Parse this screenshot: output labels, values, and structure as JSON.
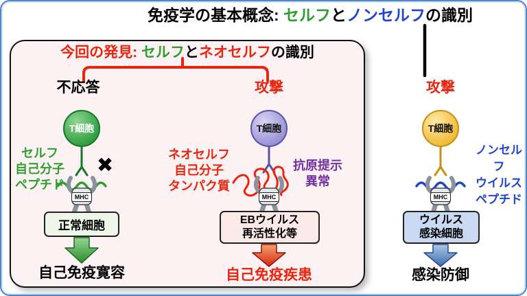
{
  "main_title": {
    "part1": "免疫学の基本概念: ",
    "part2": "セルフ",
    "part3": "と",
    "part4": "ノンセルフ",
    "part5": "の識別"
  },
  "discovery_box": {
    "title": {
      "part1": "今回の発見: ",
      "part2": "セルフ",
      "part3": "と",
      "part4": "ネオセルフ",
      "part5": "の識別"
    },
    "left": {
      "response": "不応答",
      "tcell_label": "T細胞",
      "block_mark": "✖",
      "antigen_label": "セルフ\n自己分子\nペプチド",
      "mhc_label": "MHC",
      "cell_label": "正常細胞",
      "outcome": "自己免疫寛容"
    },
    "middle": {
      "response": "攻撃",
      "tcell_label": "T細胞",
      "antigen_label": "ネオセルフ\n自己分子\nタンパク質",
      "presentation_label": "抗原提示\n異常",
      "mhc_label": "MHC",
      "cell_label": "EBウイルス\n再活性化等",
      "outcome": "自己免疫疾患"
    }
  },
  "right_column": {
    "response": "攻撃",
    "tcell_label": "T細胞",
    "antigen_label": "ノンセルフ\nウイルス\nペプチド",
    "mhc_label": "MHC",
    "cell_label": "ウイルス\n感染細胞",
    "outcome": "感染防御"
  },
  "colors": {
    "self_green": "#2f9e2f",
    "nonself_blue": "#2244cc",
    "alert_red": "#e8250f",
    "presentation_purple": "#7030a0",
    "tcell_green": "#2e9e3e",
    "tcell_purple": "#938cd1",
    "tcell_yellow": "#f0b62f",
    "normal_cell_fill": "#edf6e9",
    "eb_virus_fill": "#fbe9e7",
    "virus_cell_fill": "#c9d9f1",
    "outer_border_blue": "#4f86c6"
  }
}
